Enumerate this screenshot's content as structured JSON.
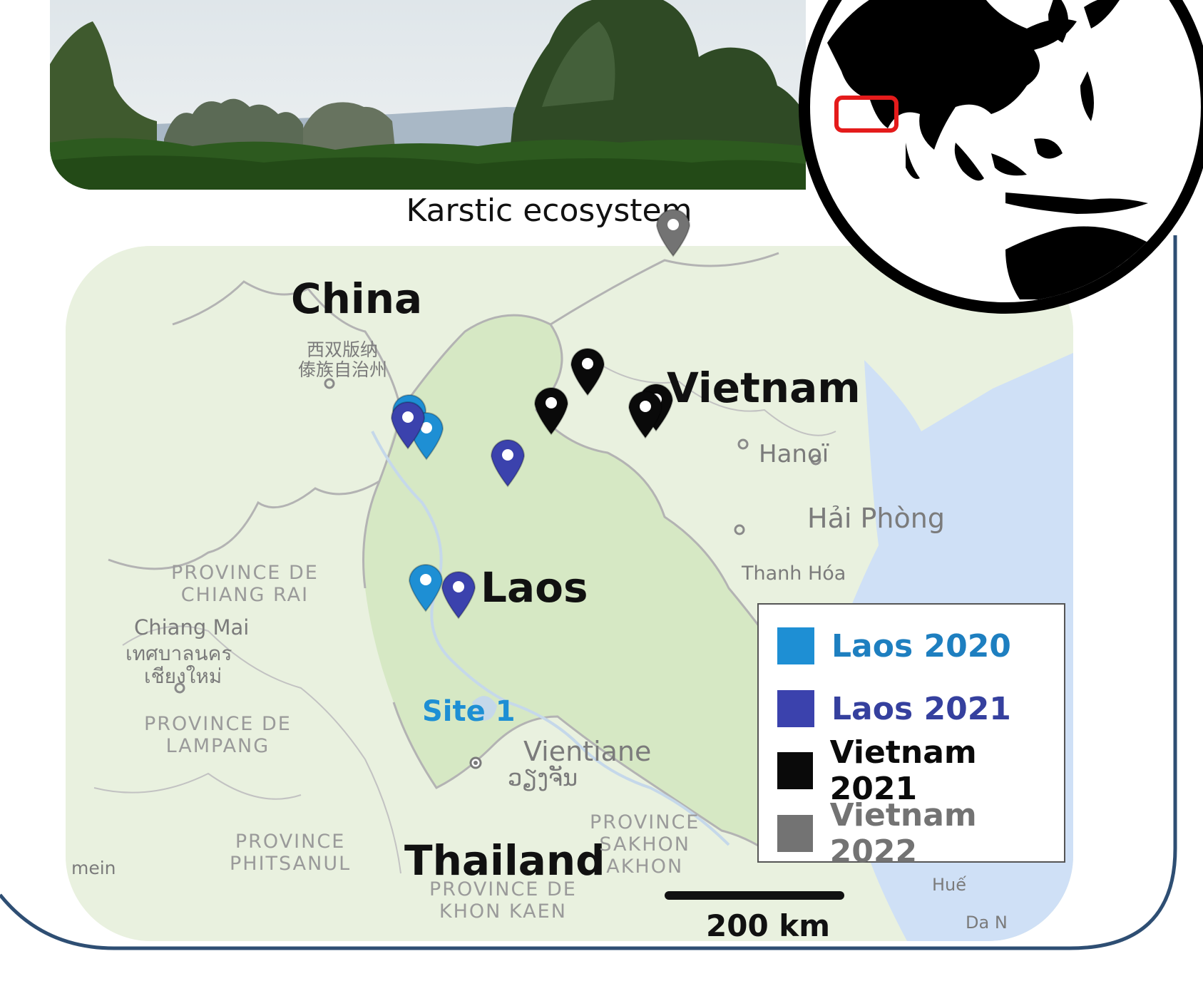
{
  "photo": {
    "caption": "Karstic ecosystem"
  },
  "countries": {
    "china": "China",
    "vietnam": "Vietnam",
    "laos": "Laos",
    "thailand": "Thailand"
  },
  "places": {
    "hanoi": "Hanoï",
    "hai_phong": "Hải Phòng",
    "thanh_hoa": "Thanh Hóa",
    "chiang_mai": "Chiang Mai",
    "chiang_mai_thai_1": "เทศบาลนคร",
    "chiang_mai_thai_2": "เชียงใหม่",
    "vientiane": "Vientiane",
    "vientiane_lao": "ວຽງຈັນ",
    "xishuangbanna_1": "西双版纳",
    "xishuangbanna_2": "傣族自治州",
    "hue": "Huế",
    "da_nang": "Da N",
    "mein": "mein"
  },
  "provinces": {
    "chiang_rai_1": "PROVINCE DE",
    "chiang_rai_2": "CHIANG RAI",
    "lampang_1": "PROVINCE DE",
    "lampang_2": "LAMPANG",
    "phitsanulok_1": "PROVINCE",
    "phitsanulok_2": "PHITSANUL",
    "sakhon_1": "PROVINCE",
    "sakhon_2": "SAKHON",
    "sakhon_3": "AKHON",
    "khon_kaen_1": "PROVINCE DE",
    "khon_kaen_2": "KHON KAEN"
  },
  "site_label": "Site 1",
  "legend": [
    {
      "label": "Laos 2020",
      "color": "#1e8fd4",
      "text_color": "#1e7fc0"
    },
    {
      "label": "Laos 2021",
      "color": "#3b42ad",
      "text_color": "#35409e"
    },
    {
      "label": "Vietnam 2021",
      "color": "#0a0a0a",
      "text_color": "#0a0a0a"
    },
    {
      "label": "Vietnam 2022",
      "color": "#737373",
      "text_color": "#737373"
    }
  ],
  "pins": [
    {
      "series": "Laos 2020"
    },
    {
      "series": "Laos 2020"
    },
    {
      "series": "Laos 2020"
    },
    {
      "series": "Laos 2021"
    },
    {
      "series": "Laos 2021"
    },
    {
      "series": "Laos 2021"
    },
    {
      "series": "Vietnam 2021"
    },
    {
      "series": "Vietnam 2021"
    },
    {
      "series": "Vietnam 2021"
    },
    {
      "series": "Vietnam 2021"
    },
    {
      "series": "Vietnam 2022"
    }
  ],
  "scale": {
    "label": "200 km"
  },
  "colors": {
    "frame": "#2e4e73",
    "land": "#e7f0dc",
    "laos_land": "#d6e8c4",
    "sea": "#cfe0f6",
    "inset_box": "#e41b1b"
  }
}
